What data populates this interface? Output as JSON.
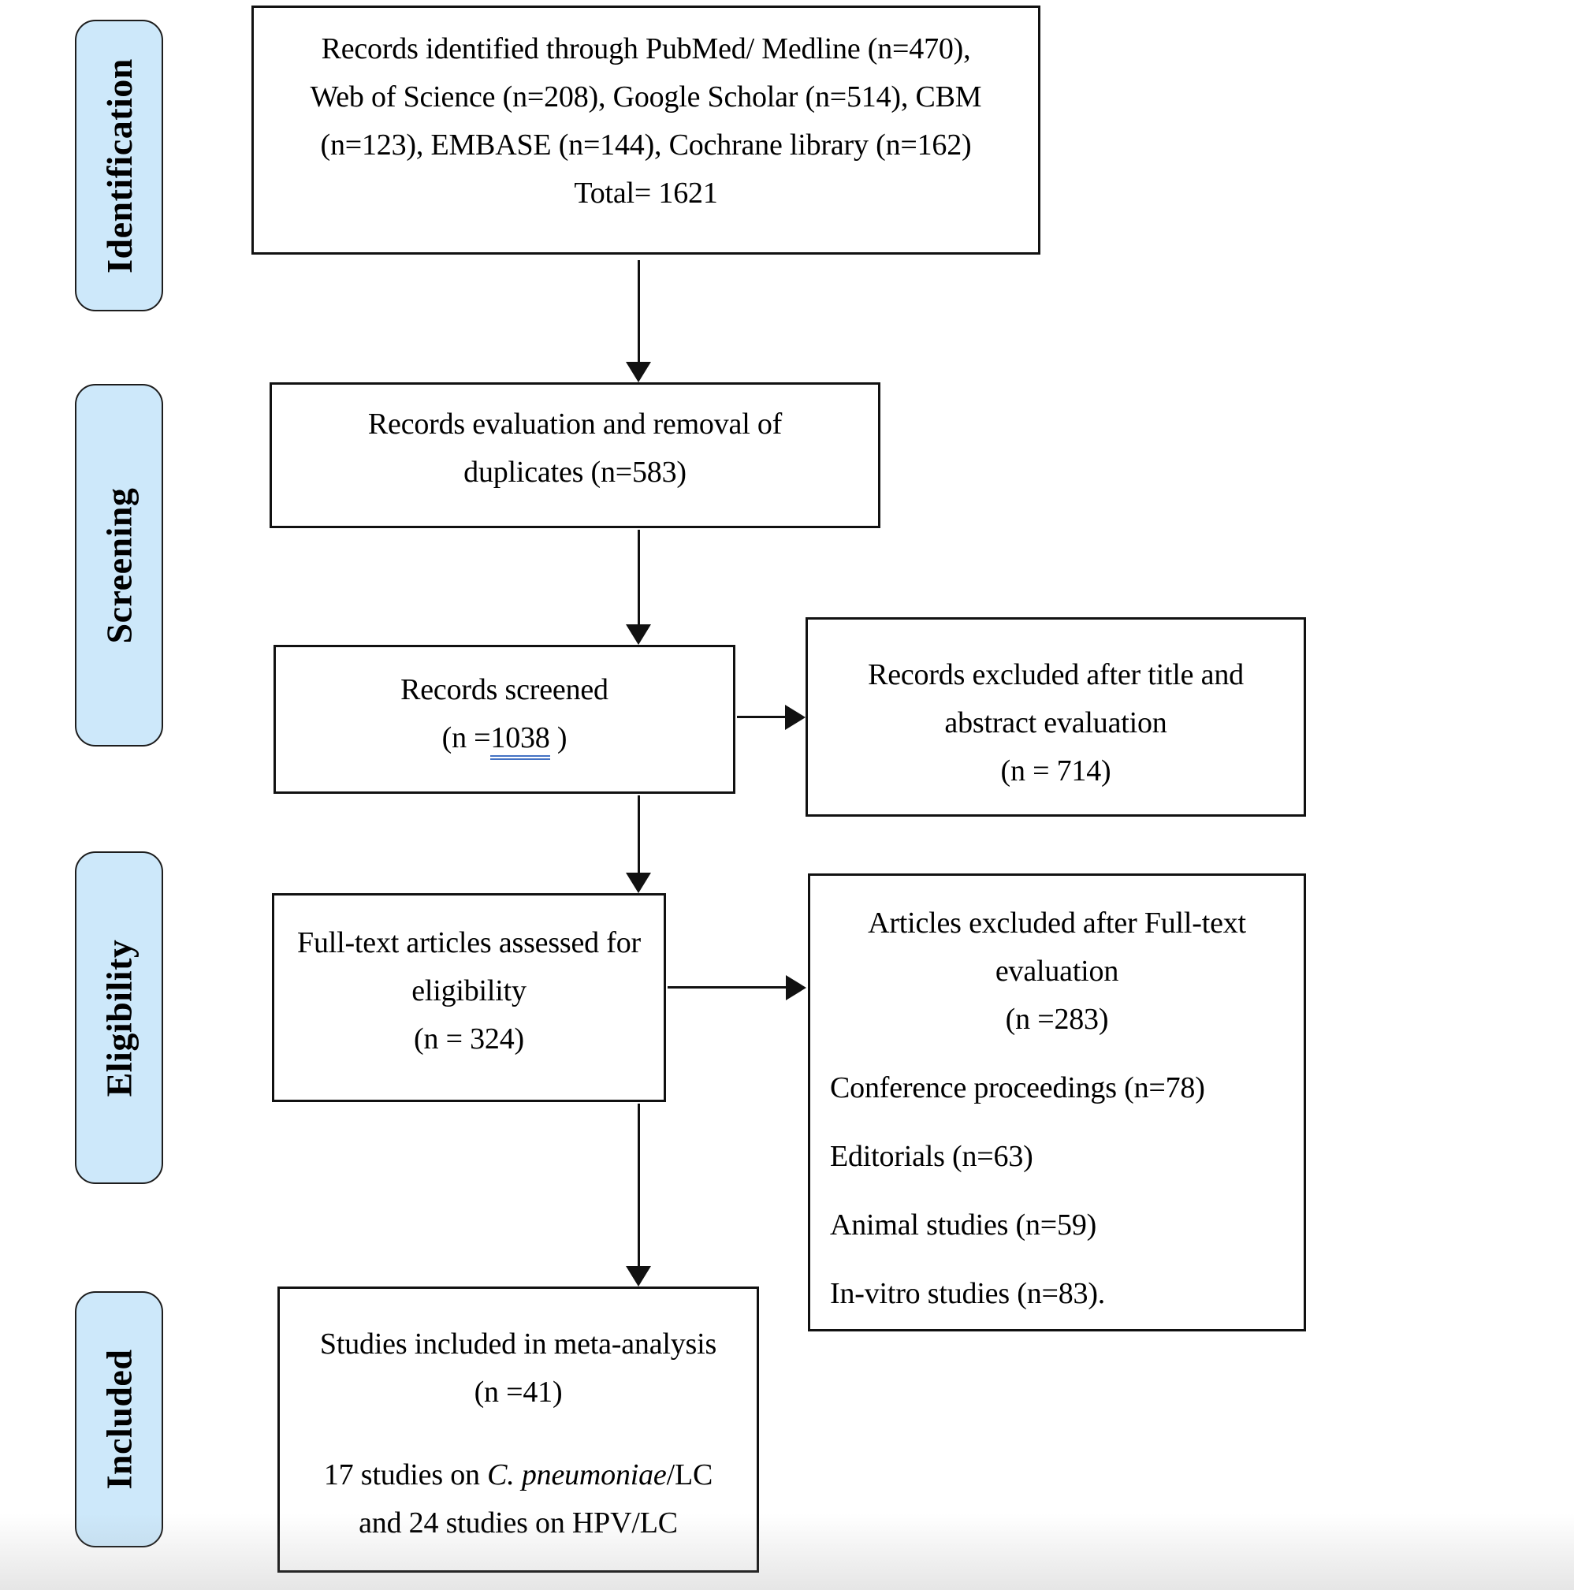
{
  "stages": [
    {
      "label": "Identification"
    },
    {
      "label": "Screening"
    },
    {
      "label": "Eligibility"
    },
    {
      "label": "Included"
    }
  ],
  "boxes": {
    "identified": {
      "lines": [
        "Records identified through PubMed/ Medline (n=470),",
        "Web of Science (n=208), Google Scholar (n=514), CBM",
        "(n=123), EMBASE (n=144), Cochrane library (n=162)",
        "Total= 1621"
      ]
    },
    "duplicates": {
      "lines": [
        "Records evaluation and removal of",
        "duplicates (n=583)"
      ]
    },
    "screened": {
      "line1": "Records screened",
      "n_prefix": "(n =",
      "n_value": "1038",
      "n_suffix": " )"
    },
    "excluded_title_abstract": {
      "lines": [
        "Records excluded after title and",
        "abstract evaluation",
        "(n = 714)"
      ]
    },
    "fulltext": {
      "lines": [
        "Full-text articles assessed for",
        "eligibility",
        "(n = 324)"
      ]
    },
    "excluded_fulltext": {
      "header_lines": [
        "Articles excluded after Full-text",
        "evaluation",
        "(n =283)"
      ],
      "items": [
        "Conference proceedings (n=78)",
        "Editorials (n=63)",
        "Animal studies (n=59)",
        "In-vitro studies (n=83)."
      ]
    },
    "included": {
      "line1": "Studies included in meta-analysis",
      "line2": "(n =41)",
      "detail_pre": "17 studies on ",
      "detail_italic": "C. pneumoniae",
      "detail_post": "/LC",
      "detail_line2": "and 24 studies on HPV/LC"
    }
  },
  "colors": {
    "stage_fill": "#cde8fa",
    "box_border": "#111111",
    "underline_blue": "#4472c4"
  }
}
